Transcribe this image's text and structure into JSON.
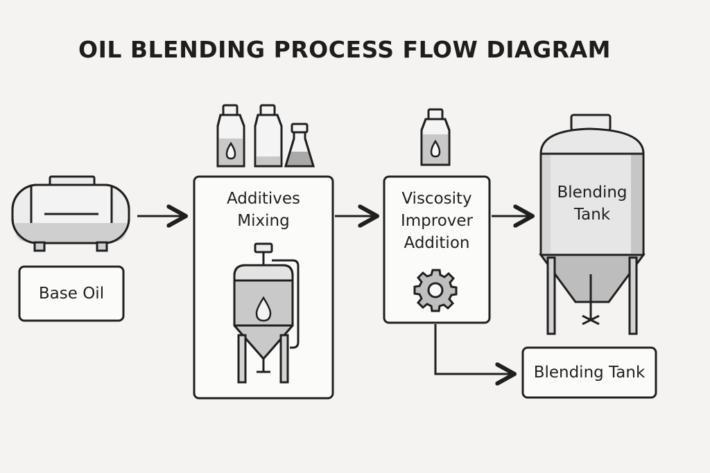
{
  "title": "OIL BLENDING PROCESS FLOW DIAGRAM",
  "nodes": {
    "base_oil": {
      "label": "Base Oil",
      "icon": "storage-tank-icon"
    },
    "additives_mixing": {
      "line1": "Additives",
      "line2": "Mixing",
      "icon": "mixing-vessel-icon"
    },
    "viscosity": {
      "line1": "Viscosity",
      "line2": "Improver",
      "line3": "Addition",
      "icon": "gear-icon"
    },
    "blending_tank_vessel": {
      "line1": "Blending",
      "line2": "Tank",
      "icon": "blending-tank-icon"
    },
    "blending_tank_box": {
      "label": "Blending Tank"
    }
  },
  "edges": [
    {
      "from": "Base Oil",
      "to": "Additives Mixing"
    },
    {
      "from": "Additives Mixing",
      "to": "Viscosity Improver Addition"
    },
    {
      "from": "Viscosity Improver Addition",
      "to": "Blending Tank"
    },
    {
      "from": "Viscosity Improver Addition",
      "to": "Blending Tank (box)"
    }
  ],
  "colors": {
    "stroke": "#1f1f1f",
    "fill_light": "#e6e6e6",
    "fill_mid": "#bdbdbd",
    "fill_dark": "#8c8c8c"
  }
}
